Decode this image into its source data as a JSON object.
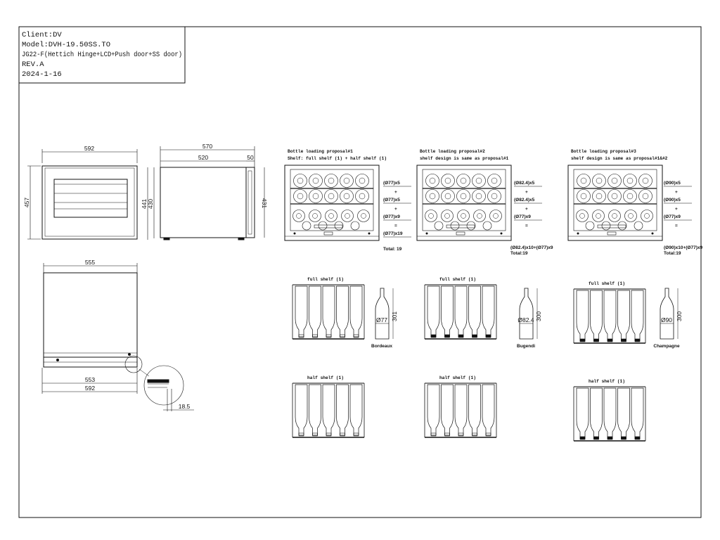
{
  "title_block": {
    "client": "Client:DV",
    "model": "Model:DVH-19.50SS.TO",
    "config": "JG22-F(Hettich Hinge+LCD+Push door+SS door)",
    "rev": "REV.A",
    "date": "2024-1-16"
  },
  "front_view": {
    "width": "592",
    "height": "457"
  },
  "side_view": {
    "depth": "570",
    "body_depth": "520",
    "door": "50",
    "h1": "441",
    "h2": "430",
    "h3": "431"
  },
  "top_view": {
    "top_width": "555",
    "inner_width": "553",
    "outer_width": "592",
    "detail": "18.5"
  },
  "proposals": [
    {
      "title": "Bottle loading proposal#1",
      "subtitle": "Shelf: full shelf (1) + half shelf (1)",
      "rows": [
        "(Ø77)x5",
        "+",
        "(Ø77)x5",
        "+",
        "(Ø77)x9",
        "=",
        "(Ø77)x19"
      ],
      "total": "Total: 19",
      "full_label": "full shelf (1)",
      "half_label": "half shelf (1)",
      "bottle_dia": "Ø77",
      "bottle_h": "301",
      "bottle_name": "Bordeaux"
    },
    {
      "title": "Bottle loading proposal#2",
      "subtitle": "shelf design is same as proposal#1",
      "rows": [
        "(Ø82.4)x5",
        "+",
        "(Ø82.4)x5",
        "+",
        "(Ø77)x9",
        "="
      ],
      "total_expr": "(Ø82.4)x10+(Ø77)x9",
      "total": "Total:19",
      "full_label": "full shelf (1)",
      "half_label": "half shelf (1)",
      "bottle_dia": "Ø82.4",
      "bottle_h": "300",
      "bottle_name": "Bugendi"
    },
    {
      "title": "Bottle loading proposal#3",
      "subtitle": "shelf design is same as proposal#1&#2",
      "rows": [
        "(Ø90)x5",
        "+",
        "(Ø90)x5",
        "+",
        "(Ø77)x9",
        "="
      ],
      "total_expr": "(Ø90)x10+(Ø77)x9",
      "total": "Total:19",
      "full_label": "full shelf (1)",
      "half_label": "half shelf (1)",
      "bottle_dia": "Ø90",
      "bottle_h": "300",
      "bottle_name": "Champagne"
    }
  ]
}
